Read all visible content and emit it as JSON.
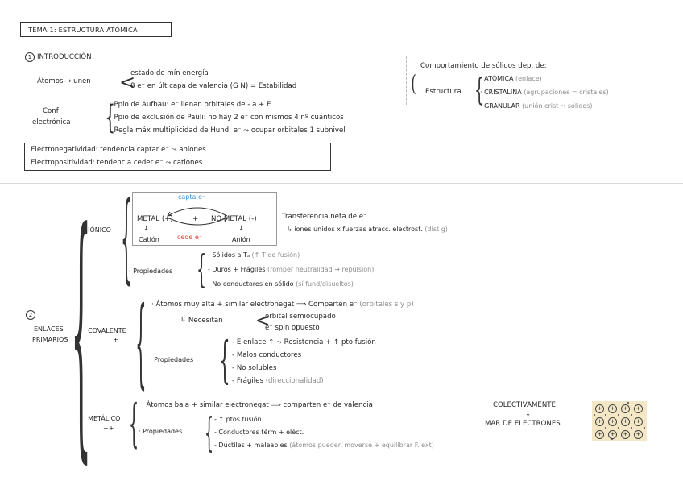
{
  "title": "TEMA 1: ESTRUCTURA ATÓMICA",
  "intro": {
    "number": "1",
    "heading": "INTRODUCCIÓN",
    "atomos_label": "Átomos → unen",
    "atomos_1": "estado de mín energía",
    "atomos_2": "8 e⁻ en últ capa de valencia (G N) = Estabilidad",
    "conf_label_1": "Conf",
    "conf_label_2": "electrónica",
    "conf_1": "· Ppio de Aufbau: e⁻ llenan orbitales de - a + E",
    "conf_2": "· Ppio de exclusión de Pauli: no hay 2 e⁻ con mismos 4 nº cuánticos",
    "conf_3": "· Regla máx multiplicidad de Hund: e⁻ ⤳ ocupar orbitales 1 subnivel",
    "electro_1": "Electronegatividad: tendencia captar e⁻ ⤳ aniones",
    "electro_2": "Electropositividad: tendencia ceder e⁻ ⤳ cationes",
    "comp_title": "Comportamiento de sólidos dep. de:",
    "estructura": "Estructura",
    "est_1": "· ATÓMICA",
    "est_1_note": "(enlace)",
    "est_2": "· CRISTALINA",
    "est_2_note": "(agrupaciones = cristales)",
    "est_3": "· GRANULAR",
    "est_3_note": "(unión crist ⤳ sólidos)"
  },
  "enlaces": {
    "number": "2",
    "label_1": "ENLACES",
    "label_2": "PRIMARIOS",
    "ionico": {
      "label": "· IÓNICO",
      "capta": "capta e⁻",
      "metal": "METAL (+)",
      "plus": "+",
      "no_metal": "NO METAL (-)",
      "cede": "cede e⁻",
      "cation": "Catión",
      "anion": "Anión",
      "trans_1": "Transferencia neta de e⁻",
      "trans_2": "↳ iones unidos x fuerzas atracc. electrost.",
      "trans_2_note": "(dist g)",
      "prop_label": "· Propiedades",
      "prop_1": "- Sólidos a Tₐ",
      "prop_1_note": "(↑ T de fusión)",
      "prop_2": "- Duros + Frágiles",
      "prop_2_note": "(romper neutralidad → repulsión)",
      "prop_3": "- No conductores en sólido",
      "prop_3_note": "(sí fund/disueltos)"
    },
    "covalente": {
      "label": "· COVALENTE",
      "plus": "+",
      "line_1": "· Átomos muy alta + similar electronegat ⟹ Comparten e⁻",
      "line_1_note": "(orbitales s y p)",
      "necesitan": "↳ Necesitan",
      "nec_1": "orbital semiocupado",
      "nec_2": "e⁻ spin opuesto",
      "prop_label": "· Propiedades",
      "prop_1": "- E enlace ↑ ⤳ Resistencia + ↑ pto fusión",
      "prop_2": "- Malos conductores",
      "prop_3": "- No solubles",
      "prop_4": "- Frágiles",
      "prop_4_note": "(direccionalidad)"
    },
    "metalico": {
      "label": "· METÁLICO",
      "plus": "++",
      "line_1": "· Átomos baja + similar electronegat ⟹ comparten e⁻ de valencia",
      "colectiva": "COLECTIVAMENTE",
      "arrow": "↓",
      "mar": "MAR DE ELECTRONES",
      "prop_label": "· Propiedades",
      "prop_1": "- ↑ ptos fusión",
      "prop_2": "- Conductores térm + eléct.",
      "prop_3": "- Dúctiles + maleables",
      "prop_3_note": "(átomos pueden moverse + equilibrar F. ext)"
    },
    "ion_symbol": "+"
  }
}
